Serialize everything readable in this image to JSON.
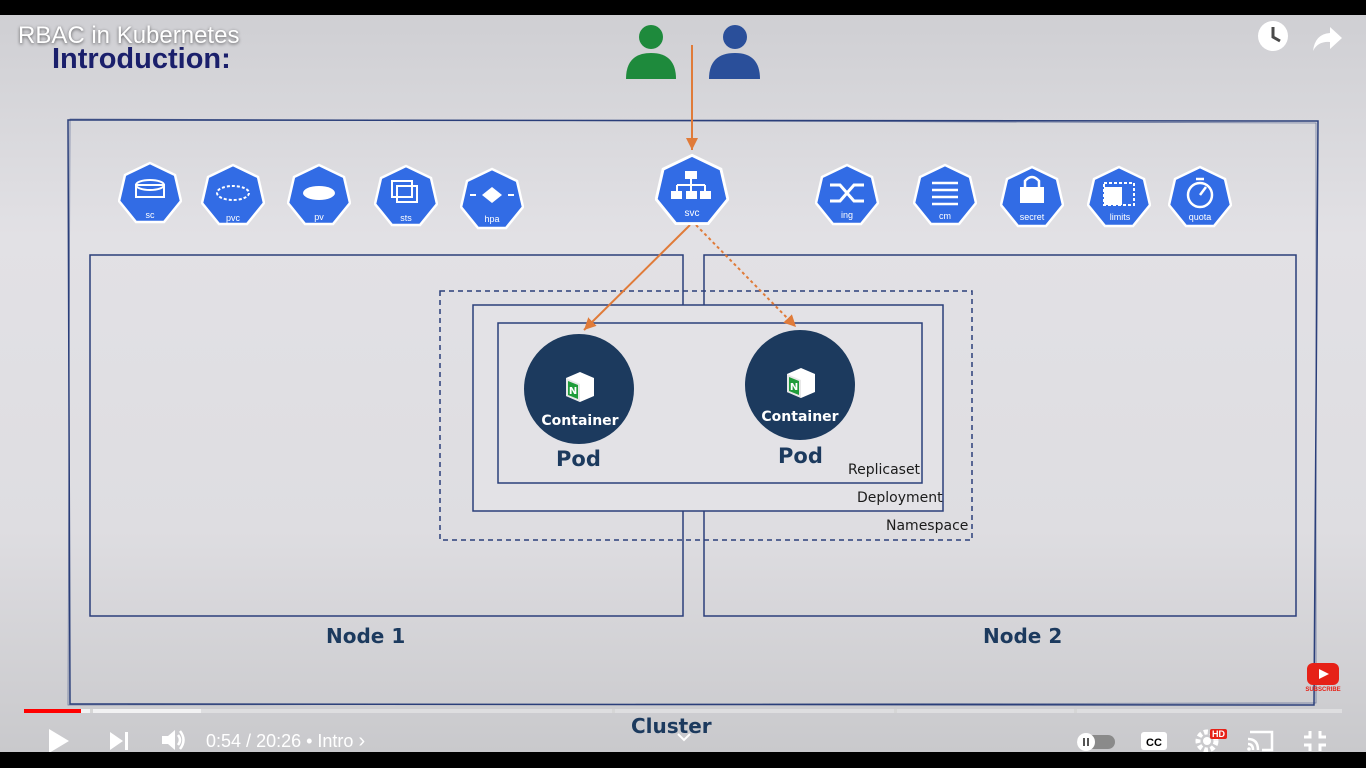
{
  "video": {
    "title": "RBAC in Kubernetes",
    "current_time": "0:54",
    "duration": "20:26",
    "chapter": "Intro",
    "time_separator": " / ",
    "chapter_separator": " • ",
    "chapter_arrow": "›"
  },
  "slide": {
    "heading": "Introduction:",
    "resource_icons_left": [
      {
        "label": "sc",
        "icon": "storage-class-icon"
      },
      {
        "label": "pvc",
        "icon": "persistent-volume-claim-icon"
      },
      {
        "label": "pv",
        "icon": "persistent-volume-icon"
      },
      {
        "label": "sts",
        "icon": "statefulset-icon"
      },
      {
        "label": "hpa",
        "icon": "horizontal-pod-autoscaler-icon"
      }
    ],
    "service_icon": {
      "label": "svc",
      "icon": "service-icon"
    },
    "resource_icons_right": [
      {
        "label": "ing",
        "icon": "ingress-icon"
      },
      {
        "label": "cm",
        "icon": "configmap-icon"
      },
      {
        "label": "secret",
        "icon": "secret-icon"
      },
      {
        "label": "limits",
        "icon": "limits-icon"
      },
      {
        "label": "quota",
        "icon": "quota-icon"
      }
    ],
    "pods": [
      {
        "container_label": "Container",
        "pod_label": "Pod"
      },
      {
        "container_label": "Container",
        "pod_label": "Pod"
      }
    ],
    "replicaset_label": "Replicaset",
    "deployment_label": "Deployment",
    "namespace_label": "Namespace",
    "node1_label": "Node 1",
    "node2_label": "Node 2",
    "cluster_label": "Cluster",
    "subscribe_label": "SUBSCRIBE"
  },
  "player": {
    "played_fraction": 0.043,
    "buffered_fraction": 0.134,
    "hd_badge": "HD",
    "colors": {
      "progress_played": "#ff0000",
      "k8s_blue": "#326ce5",
      "pod_navy": "#1c3a5e",
      "arrow_orange": "#e07b39",
      "user_green": "#1e8a3c",
      "user_blue": "#2a4f9a"
    }
  }
}
